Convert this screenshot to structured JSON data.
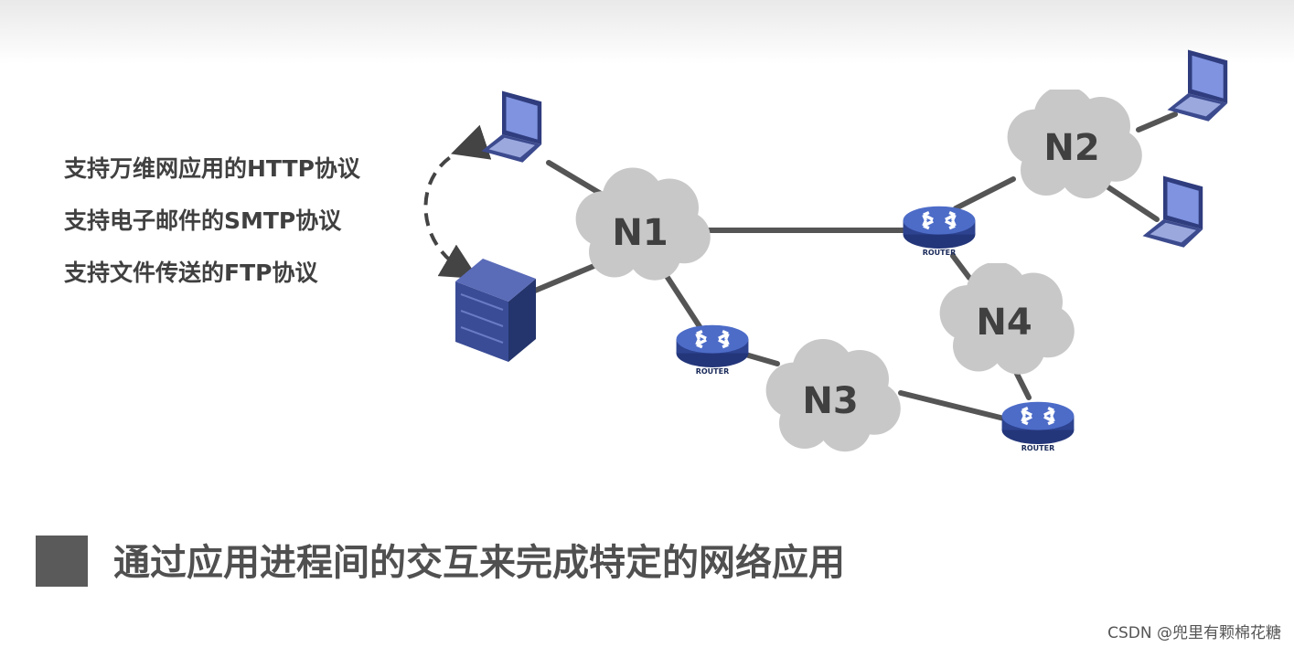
{
  "bullets": [
    "支持万维网应用的HTTP协议",
    "支持电子邮件的SMTP协议",
    "支持文件传送的FTP协议"
  ],
  "networks": {
    "n1": "N1",
    "n2": "N2",
    "n3": "N3",
    "n4": "N4"
  },
  "router_label": "ROUTER",
  "banner": "通过应用进程间的交互来完成特定的网络应用",
  "watermark": "CSDN @兜里有颗棉花糖",
  "icons": [
    "laptop-icon",
    "server-icon",
    "router-icon",
    "cloud-icon"
  ],
  "colors": {
    "cloud": "#c8c8c8",
    "link": "#555555",
    "device": "#3b4a8a",
    "router": "#3b5bb0",
    "banner_box": "#5a5a5a"
  }
}
